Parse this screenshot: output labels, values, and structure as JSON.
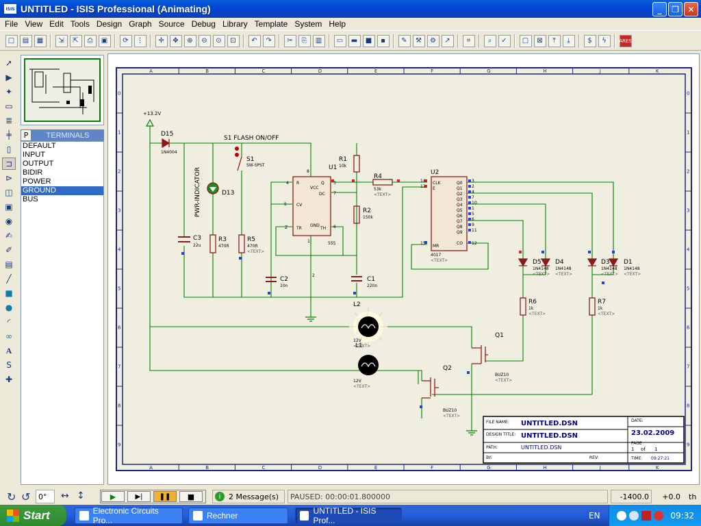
{
  "window": {
    "title": "UNTITLED - ISIS Professional (Animating)",
    "logo_text": "ISIS"
  },
  "menu": [
    "File",
    "View",
    "Edit",
    "Tools",
    "Design",
    "Graph",
    "Source",
    "Debug",
    "Library",
    "Template",
    "System",
    "Help"
  ],
  "panel": {
    "mode_label": "P",
    "title": "TERMINALS",
    "items": [
      "DEFAULT",
      "INPUT",
      "OUTPUT",
      "BIDIR",
      "POWER",
      "GROUND",
      "BUS"
    ],
    "selected": "GROUND"
  },
  "sheet": {
    "col_labels": [
      "A",
      "B",
      "C",
      "D",
      "E",
      "F",
      "G",
      "H",
      "J",
      "K"
    ],
    "row_labels": [
      "0",
      "1",
      "2",
      "3",
      "4",
      "5",
      "6",
      "7",
      "8",
      "9"
    ],
    "supply": "+13.2V",
    "components": {
      "D15": {
        "ref": "D15",
        "value": "1N4004"
      },
      "S1": {
        "ref": "S1",
        "value": "SW-SPST",
        "label": "S1 FLASH ON/OFF"
      },
      "D13": {
        "ref": "D13",
        "label": "PWR-INDICATOR"
      },
      "C3": {
        "ref": "C3",
        "value": "22u"
      },
      "R3": {
        "ref": "R3",
        "value": "470R"
      },
      "R5": {
        "ref": "R5",
        "value": "470R",
        "text": "<TEXT>"
      },
      "U1": {
        "ref": "U1",
        "value": "555",
        "pins": {
          "R": "R",
          "VCC": "VCC",
          "Q": "Q",
          "DC": "DC",
          "CV": "CV",
          "Z": "Z",
          "TR": "TR",
          "TH": "TH",
          "GND": "GND"
        }
      },
      "R1": {
        "ref": "R1",
        "value": "10k"
      },
      "R2": {
        "ref": "R2",
        "value": "150k"
      },
      "R4": {
        "ref": "R4",
        "value": "53k",
        "text": "<TEXT>"
      },
      "C2": {
        "ref": "C2",
        "value": "10n"
      },
      "C1": {
        "ref": "C1",
        "value": "220n"
      },
      "U2": {
        "ref": "U2",
        "value": "4017",
        "text": "<TEXT>",
        "pins_left": [
          "CLK",
          "E",
          "MR"
        ],
        "pins_right": [
          "Q0",
          "Q1",
          "Q2",
          "Q3",
          "Q4",
          "Q5",
          "Q6",
          "Q7",
          "Q8",
          "Q9",
          "CO"
        ]
      },
      "D5": {
        "ref": "D5",
        "value": "1N4148",
        "text": "<TEXT>"
      },
      "D4": {
        "ref": "D4",
        "value": "1N4148",
        "text": "<TEXT>"
      },
      "D3": {
        "ref": "D3",
        "value": "1N4148",
        "text": "<TEXT>"
      },
      "D1": {
        "ref": "D1",
        "value": "1N4148",
        "text": "<TEXT>"
      },
      "R6": {
        "ref": "R6",
        "value": "1k",
        "text": "<TEXT>"
      },
      "R7": {
        "ref": "R7",
        "value": "1k",
        "text": "<TEXT>"
      },
      "L2": {
        "ref": "L2",
        "value": "12V",
        "text": "<TEXT>"
      },
      "L1": {
        "ref": "L1",
        "value": "12V",
        "text": "<TEXT>"
      },
      "Q1": {
        "ref": "Q1",
        "value": "BUZ10",
        "text": "<TEXT>"
      },
      "Q2": {
        "ref": "Q2",
        "value": "BUZ10",
        "text": "<TEXT>"
      }
    },
    "u1_pin_numbers": [
      "4",
      "8",
      "3",
      "7",
      "5",
      "2",
      "6",
      "1"
    ],
    "u2_pin_numbers": [
      "14",
      "13",
      "15",
      "3",
      "2",
      "4",
      "7",
      "10",
      "1",
      "5",
      "6",
      "9",
      "11",
      "12"
    ],
    "titleblock": {
      "file_name_label": "FILE NAME:",
      "file_name": "UNTITLED.DSN",
      "design_title_label": "DESIGN TITLE:",
      "design_title": "UNTITLED.DSN",
      "path_label": "PATH:",
      "path": "UNTITLED.DSN",
      "by_label": "BY:",
      "rev_label": "REV:",
      "date_label": "DATE:",
      "date": "23.02.2009",
      "page_label": "PAGE",
      "page": "1",
      "of": "of",
      "pages": "1",
      "time_label": "TIME:",
      "time": "09:27:21"
    }
  },
  "status": {
    "rotation": "0°",
    "messages": "2 Message(s)",
    "sim_status": "PAUSED: 00:00:01.800000",
    "coord_x": "-1400.0",
    "coord_y": "+0.0",
    "units": "th"
  },
  "taskbar": {
    "start": "Start",
    "tasks": [
      "Electronic Circuits Pro...",
      "Rechner",
      "UNTITLED - ISIS Prof..."
    ],
    "language": "EN",
    "clock": "09:32"
  },
  "colors": {
    "wire": "#008000",
    "component": "#8B1A1A",
    "label": "#000080",
    "grid": "#1a237e",
    "sheet": "#F0EEE0"
  }
}
